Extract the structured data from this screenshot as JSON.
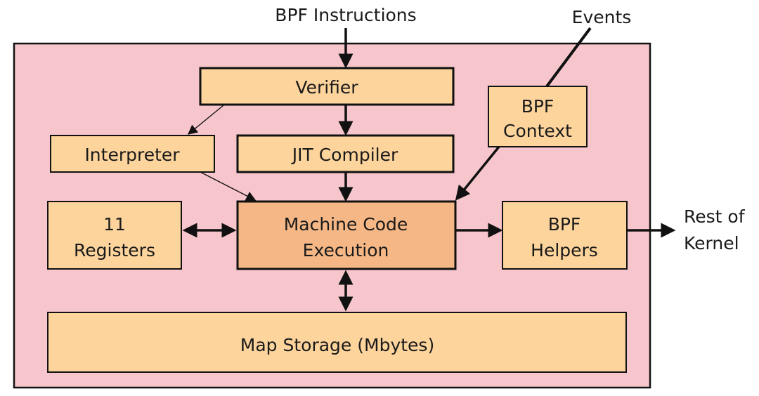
{
  "colors": {
    "container_fill": "#f7c6cc",
    "box_fill": "#fdd49c",
    "core_fill": "#f5b785",
    "stroke": "#111111"
  },
  "labels": {
    "bpf_instructions": "BPF Instructions",
    "events": "Events",
    "verifier": "Verifier",
    "bpf_context_line1": "BPF",
    "bpf_context_line2": "Context",
    "interpreter": "Interpreter",
    "jit_compiler": "JIT Compiler",
    "registers_line1": "11",
    "registers_line2": "Registers",
    "machine_code_line1": "Machine Code",
    "machine_code_line2": "Execution",
    "bpf_helpers_line1": "BPF",
    "bpf_helpers_line2": "Helpers",
    "rest_of_kernel_line1": "Rest of",
    "rest_of_kernel_line2": "Kernel",
    "map_storage": "Map Storage (Mbytes)"
  }
}
